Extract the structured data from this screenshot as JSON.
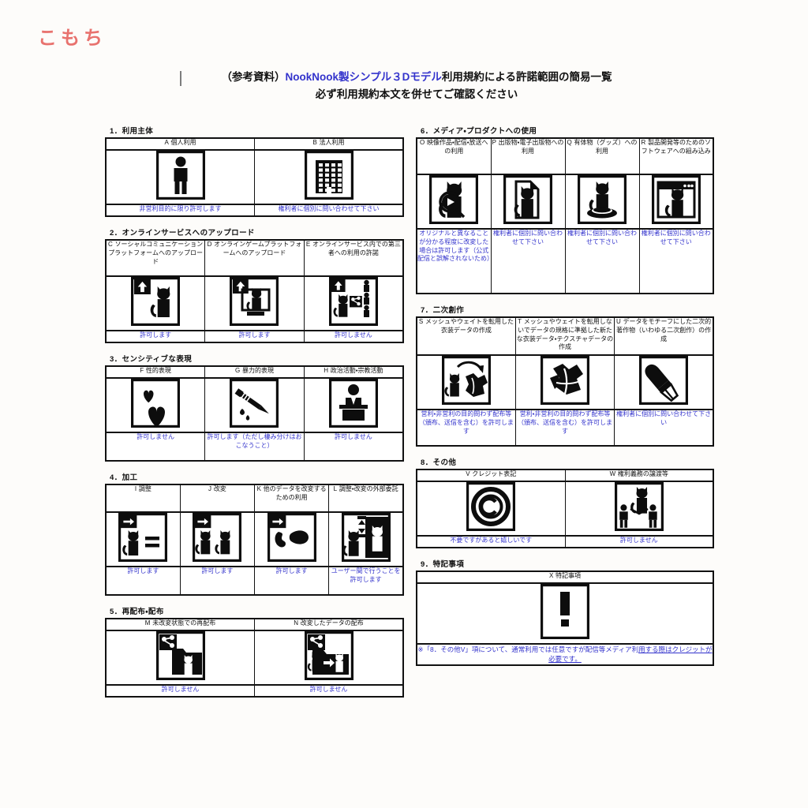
{
  "brand": {
    "logo_text": "こもち",
    "logo_color": "#e8726e"
  },
  "title": {
    "prefix": "（参考資料）",
    "accent": "NookNook製シンプル３Dモデル",
    "suffix": "利用規約による許諾範囲の簡易一覧",
    "line2": "必ず利用規約本文を併せてご確認ください",
    "accent_color": "#3333cc"
  },
  "note_color": "#3333cc",
  "sections": [
    {
      "id": "sec1",
      "heading": "1．利用主体",
      "cells": [
        {
          "code": "A",
          "label": "個人利用",
          "icon": "person-icon",
          "note": "非営利目的に限り許可します"
        },
        {
          "code": "B",
          "label": "法人利用",
          "icon": "building-icon",
          "note": "権利者に個別に問い合わせて下さい"
        }
      ]
    },
    {
      "id": "sec2",
      "heading": "2．オンラインサービスへのアップロード",
      "cells": [
        {
          "code": "C",
          "label": "ソーシャルコミュニケーションプラットフォームへのアップロード",
          "icon": "upload-cat-icon",
          "note": "許可します"
        },
        {
          "code": "D",
          "label": "オンラインゲームプラットフォームへのアップロード",
          "icon": "upload-cat-monitor-icon",
          "note": "許可します"
        },
        {
          "code": "E",
          "label": "オンラインサービス内での第三者への利用の許諾",
          "icon": "upload-cat-share-icon",
          "note": "許可しません"
        }
      ]
    },
    {
      "id": "sec3",
      "heading": "3．センシティブな表現",
      "cells": [
        {
          "code": "F",
          "label": "性的表現",
          "icon": "hearts-icon",
          "note": "許可しません"
        },
        {
          "code": "G",
          "label": "暴力的表現",
          "icon": "knife-icon",
          "note": "許可します（ただし棲み分けはおこなうこと）"
        },
        {
          "code": "H",
          "label": "政治活動・宗教活動",
          "icon": "podium-speaker-icon",
          "note": "許可しません"
        }
      ]
    },
    {
      "id": "sec4",
      "heading": "4．加工",
      "cells": [
        {
          "code": "I",
          "label": "調整",
          "icon": "arrow-cat-equal-icon",
          "note": "許可します"
        },
        {
          "code": "J",
          "label": "改変",
          "icon": "arrow-cat-cat-icon",
          "note": "許可します"
        },
        {
          "code": "K",
          "label": "他のデータを改変するための利用",
          "icon": "arrow-cat-part-icon",
          "note": "許可します"
        },
        {
          "code": "L",
          "label": "調整・改変の外部委託",
          "icon": "cat-outsource-icon",
          "note": "ユーザー間で行うことを許可します"
        }
      ]
    },
    {
      "id": "sec5",
      "heading": "5．再配布・配布",
      "cells": [
        {
          "code": "M",
          "label": "未改変状態での再配布",
          "icon": "share-folder-cat-icon",
          "note": "許可しません"
        },
        {
          "code": "N",
          "label": "改変したデータの配布",
          "icon": "share-folder-modified-cat-icon",
          "note": "許可しません"
        }
      ]
    },
    {
      "id": "sec6",
      "heading": "6．メディア・プロダクトへの使用",
      "cells": [
        {
          "code": "O",
          "label": "映像作品・配信・放送への利用",
          "icon": "play-cat-icon",
          "note": "オリジナルと異なることが分かる程度に改変した場合は許可します（公式配信と誤解されないため）"
        },
        {
          "code": "P",
          "label": "出版物・電子出版物への利用",
          "icon": "document-cat-icon",
          "note": "権利者に個別に問い合わせて下さい"
        },
        {
          "code": "Q",
          "label": "有体物（グッズ）への利用",
          "icon": "figure-cat-icon",
          "note": "権利者に個別に問い合わせて下さい"
        },
        {
          "code": "R",
          "label": "製品開発等のためのソフトウェアへの組み込み",
          "icon": "window-cat-icon",
          "note": "権利者に個別に問い合わせて下さい"
        }
      ]
    },
    {
      "id": "sec7",
      "heading": "7．二次創作",
      "cells": [
        {
          "code": "S",
          "label": "メッシュやウェイトを転用した衣装データの作成",
          "icon": "cat-cloth-transfer-icon",
          "note": "営利・非営利の目的問わず配布等（頒布、送信を含む）を許可します"
        },
        {
          "code": "T",
          "label": "メッシュやウェイトを転用しないでデータの規格に準拠した新たな衣装データ・テクスチャデータの作成",
          "icon": "cloth-data-icon",
          "note": "営利・非営利の目的問わず配布等（頒布、送信を含む）を許可します"
        },
        {
          "code": "U",
          "label": "データをモチーフにした二次的著作物（いわゆる二次創作）の作成",
          "icon": "paintbrush-icon",
          "note": "権利者に個別に問い合わせて下さい"
        }
      ]
    },
    {
      "id": "sec8",
      "heading": "8．その他",
      "cells": [
        {
          "code": "V",
          "label": "クレジット表記",
          "icon": "copyright-icon",
          "note": "不要ですがあると嬉しいです"
        },
        {
          "code": "W",
          "label": "権利義務の譲渡等",
          "icon": "transfer-people-cat-icon",
          "note": "許可しません"
        }
      ]
    },
    {
      "id": "sec9",
      "heading": "9．特記事項",
      "cells": [
        {
          "code": "X",
          "label": "特記事項",
          "icon": "exclamation-icon",
          "note": ""
        }
      ],
      "footnote_prefix": "※「8．その他V」項について、通常利用では任意ですが配信等メディア利",
      "footnote_suffix": "用する際はクレジットが必要です。"
    }
  ]
}
